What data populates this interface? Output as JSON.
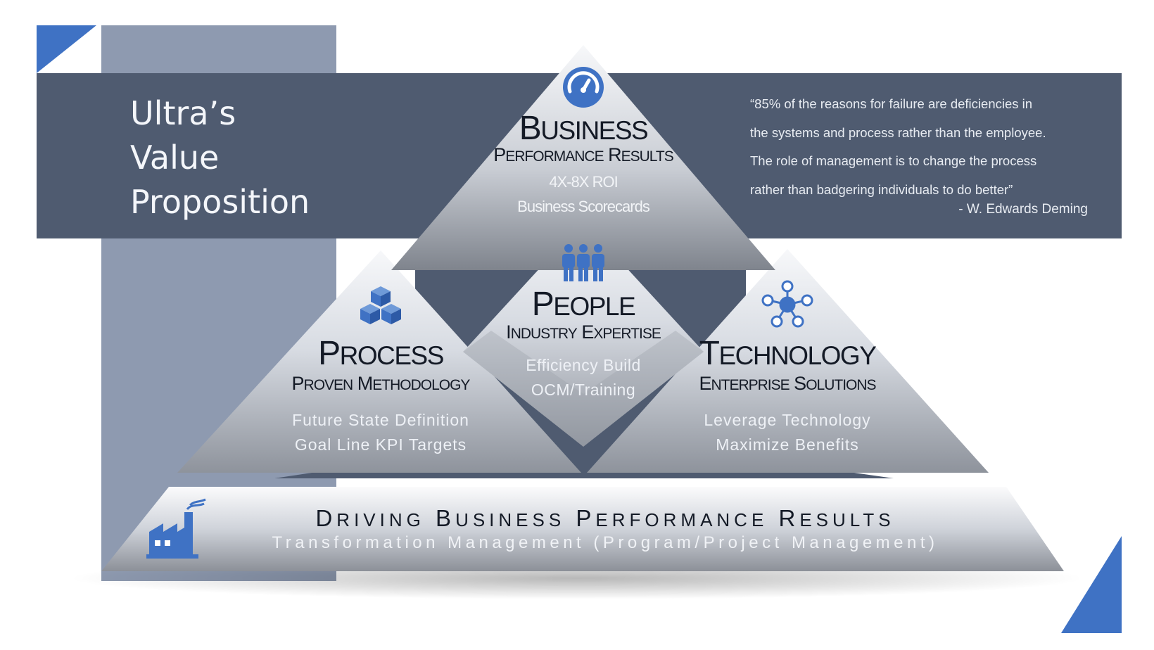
{
  "header": {
    "title_lines": [
      "Ultra’s",
      "Value",
      "Proposition"
    ]
  },
  "quote": {
    "lines": [
      "“85% of the reasons for failure are deficiencies in",
      "the systems and process rather than the employee.",
      "The role of management is to change the process",
      "rather than badgering individuals to do better”"
    ],
    "author": "- W. Edwards Deming"
  },
  "business": {
    "title_initial": "B",
    "title_rest": "USINESS",
    "subtitle_words": [
      [
        "P",
        "ERFORMANCE"
      ],
      [
        "R",
        "ESULTS"
      ]
    ],
    "lines": [
      "4X-8X ROI",
      "Business Scorecards"
    ],
    "icon": "gauge-icon"
  },
  "people": {
    "title_initial": "P",
    "title_rest": "EOPLE",
    "subtitle_words": [
      [
        "I",
        "NDUSTRY"
      ],
      [
        "E",
        "XPERTISE"
      ]
    ],
    "lines": [
      "Efficiency Build",
      "OCM/Training"
    ],
    "icon": "people-icon"
  },
  "process": {
    "title_initial": "P",
    "title_rest": "ROCESS",
    "subtitle_words": [
      [
        "P",
        "ROVEN"
      ],
      [
        "M",
        "ETHODOLOGY"
      ]
    ],
    "lines": [
      "Future State Definition",
      "Goal Line KPI Targets"
    ],
    "icon": "cubes-icon"
  },
  "technology": {
    "title_initial": "T",
    "title_rest": "ECHNOLOGY",
    "subtitle_words": [
      [
        "E",
        "NTERPRISE"
      ],
      [
        "S",
        "OLUTIONS"
      ]
    ],
    "lines": [
      "Leverage Technology",
      "Maximize Benefits"
    ],
    "icon": "network-icon"
  },
  "foundation": {
    "title_words": [
      [
        "D",
        "RIVING"
      ],
      [
        "B",
        "USINESS"
      ],
      [
        "P",
        "ERFORMANCE"
      ],
      [
        "R",
        "ESULTS"
      ]
    ],
    "subtitle": "Transformation Management (Program/Project Management)",
    "icon": "factory-icon"
  },
  "colors": {
    "band": "#4f5b70",
    "column": "#8e9ab0",
    "accent_blue": "#3f72c4",
    "text_dark": "#141a26"
  }
}
